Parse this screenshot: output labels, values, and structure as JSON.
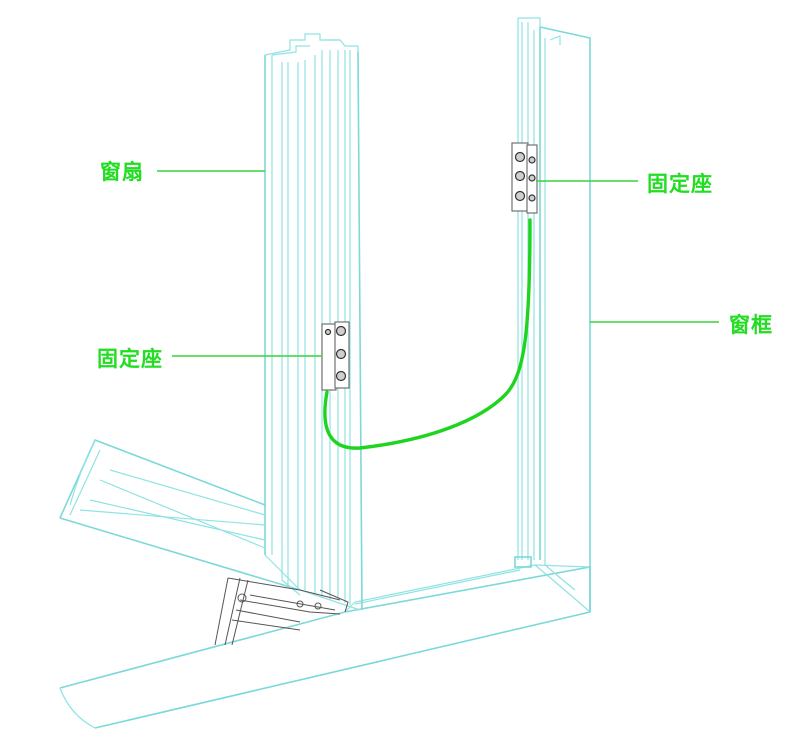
{
  "labels": {
    "sash": "窗扇",
    "fixed_seat_right": "固定座",
    "fixed_seat_left": "固定座",
    "frame": "窗框"
  },
  "colors": {
    "label_text": "#22dd22",
    "callout_line": "#39d439",
    "cable": "#1fd41f",
    "outline": "#8fe3e3"
  }
}
